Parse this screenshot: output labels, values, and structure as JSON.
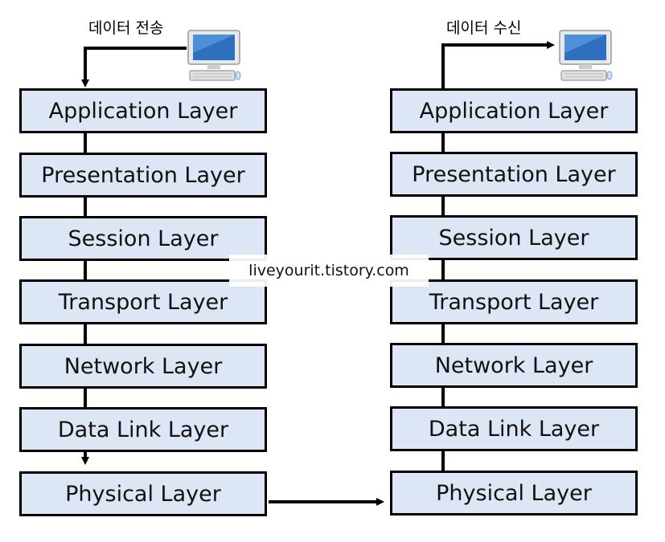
{
  "sender": {
    "caption": "데이터 전송",
    "layers": [
      "Application Layer",
      "Presentation Layer",
      "Session Layer",
      "Transport Layer",
      "Network Layer",
      "Data Link Layer",
      "Physical Layer"
    ]
  },
  "receiver": {
    "caption": "데이터 수신",
    "layers": [
      "Application Layer",
      "Presentation Layer",
      "Session Layer",
      "Transport Layer",
      "Network Layer",
      "Data Link Layer",
      "Physical Layer"
    ]
  },
  "watermark": "liveyourit.tistory.com",
  "colors": {
    "layer_fill": "#dce6f5",
    "border": "#000000",
    "monitor_screen": "#2f6fbf"
  },
  "icons": {
    "sender_computer": "computer-icon",
    "receiver_computer": "computer-icon"
  }
}
